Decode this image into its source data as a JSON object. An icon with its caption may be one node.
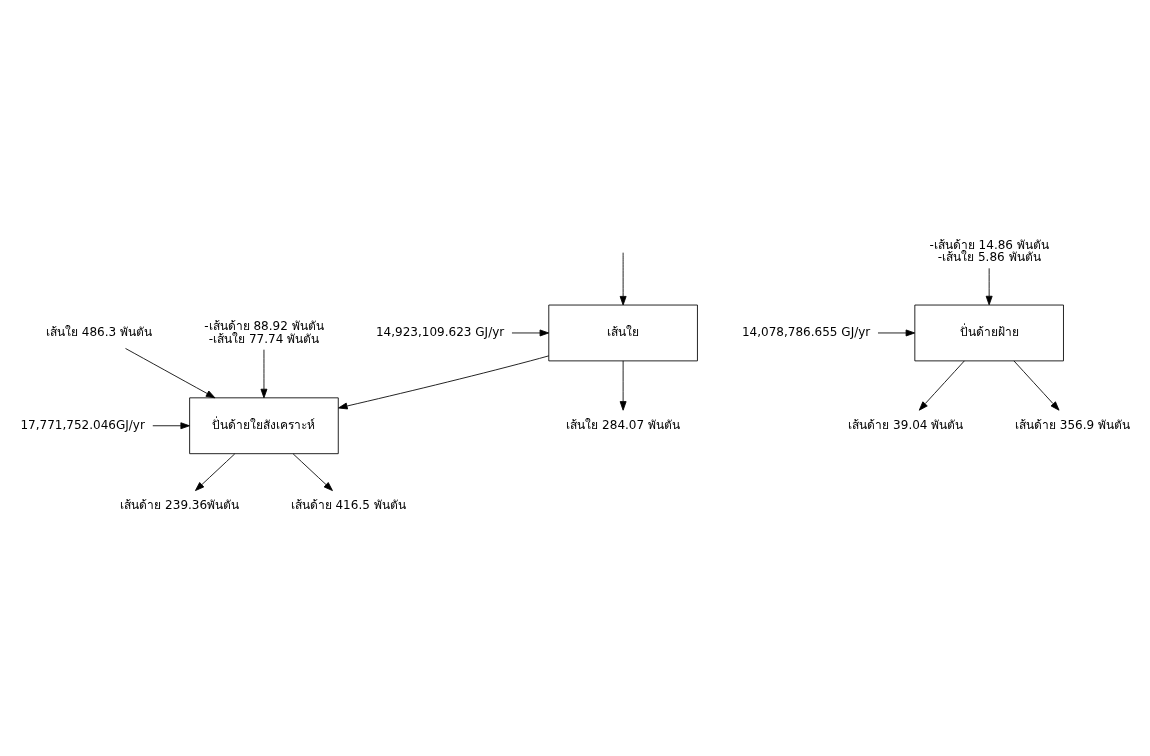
{
  "diagram": {
    "nodes": [
      {
        "text": [
          "เส้นใย"
        ]
      },
      {
        "text": [
          "14,923,109.623 GJ/yr"
        ]
      },
      {
        "text": [
          "เส้นใย 284.07 พันตัน"
        ]
      },
      {
        "text": [
          "เส้นใย 486.3 พันตัน"
        ]
      },
      {
        "text": [
          "-เส้นด้าย 88.92 พันตัน",
          "-เส้นใย 77.74 พันตัน"
        ]
      },
      {
        "text": [
          "-เส้นด้าย 14.86 พันตัน",
          "-เส้นใย 5.86 พันตัน"
        ]
      },
      {
        "text": [
          "ปั่นด้ายฝ้าย"
        ]
      },
      {
        "text": [
          "14,078,786.655 GJ/yr"
        ]
      },
      {
        "text": [
          "ปั่นด้ายใยสังเคราะห์"
        ]
      },
      {
        "text": [
          "17,771,752.046GJ/yr"
        ]
      },
      {
        "text": [
          "เส้นด้าย 39.04 พันตัน"
        ]
      },
      {
        "text": [
          "เส้นด้าย 356.9 พันตัน"
        ]
      },
      {
        "text": [
          "เส้นด้าย 239.36พันตัน"
        ]
      },
      {
        "text": [
          "เส้นด้าย 416.5 พันตัน"
        ]
      }
    ],
    "edges": [
      {
        "from": null,
        "to": 0,
        "arrow": "to"
      },
      {
        "from": 1,
        "to": 0,
        "arrow": "to"
      },
      {
        "from": 0,
        "to": 2,
        "arrow": "to"
      },
      {
        "from": 0,
        "to": 8,
        "arrow": "to"
      },
      {
        "from": 3,
        "to": 8,
        "arrow": "to"
      },
      {
        "from": 4,
        "to": 8,
        "arrow": "to"
      },
      {
        "from": 5,
        "to": 6,
        "arrow": "to"
      },
      {
        "from": 7,
        "to": 6,
        "arrow": "to"
      },
      {
        "from": 9,
        "to": 8,
        "arrow": "to"
      },
      {
        "from": 6,
        "to": 10,
        "arrow": "to"
      },
      {
        "from": 6,
        "to": 11,
        "arrow": "to"
      },
      {
        "from": 8,
        "to": 12,
        "arrow": "to"
      },
      {
        "from": 8,
        "to": 13,
        "arrow": "to"
      }
    ]
  }
}
